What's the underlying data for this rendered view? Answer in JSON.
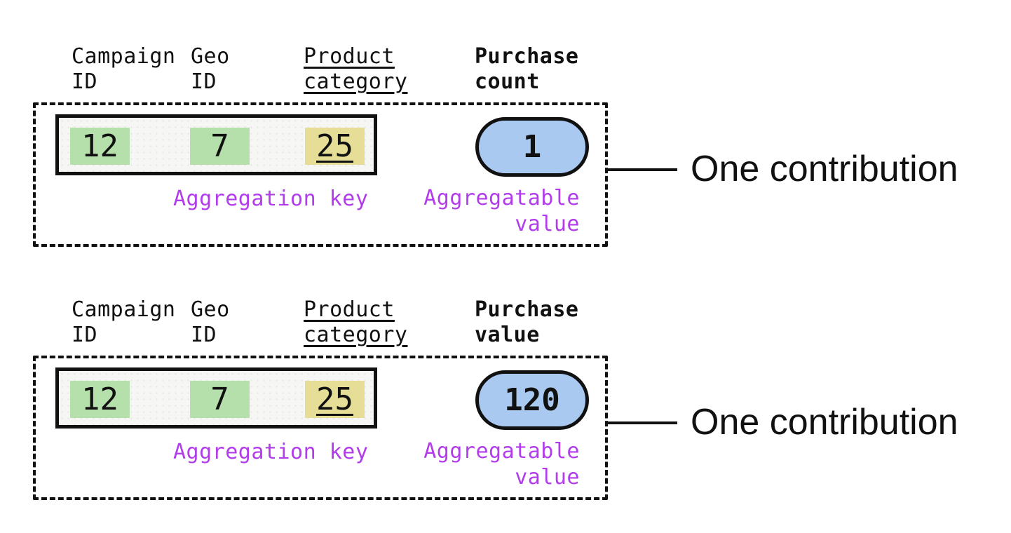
{
  "colors": {
    "key_highlight_green": "#b5e0ab",
    "key_highlight_yellow": "#e6dd97",
    "value_pill_blue": "#aac9f0",
    "annotation_purple": "#b23cec",
    "row_background": "#f6f6f4",
    "ink_black": "#111111"
  },
  "diagrams": [
    {
      "columns": [
        {
          "header": "Campaign\nID",
          "value": "12"
        },
        {
          "header": "Geo\nID",
          "value": "7"
        },
        {
          "header": "Product\ncategory",
          "value": "25"
        }
      ],
      "metric_header": "Purchase\ncount",
      "metric_value": "1",
      "aggregation_key_label": "Aggregation key",
      "aggregatable_value_label": "Aggregatable\nvalue",
      "callout_label": "One contribution"
    },
    {
      "columns": [
        {
          "header": "Campaign\nID",
          "value": "12"
        },
        {
          "header": "Geo\nID",
          "value": "7"
        },
        {
          "header": "Product\ncategory",
          "value": "25"
        }
      ],
      "metric_header": "Purchase\nvalue",
      "metric_value": "120",
      "aggregation_key_label": "Aggregation key",
      "aggregatable_value_label": "Aggregatable\nvalue",
      "callout_label": "One contribution"
    }
  ]
}
